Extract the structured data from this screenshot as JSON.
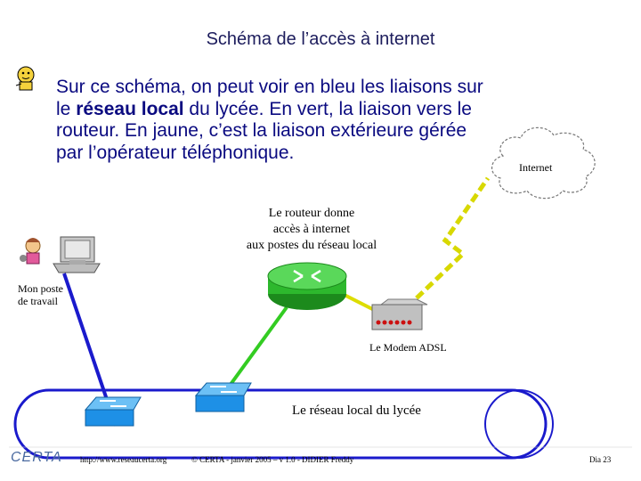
{
  "title": "Schéma de l’accès à internet",
  "bullet": {
    "before": "Sur ce schéma, on peut voir en bleu les liaisons sur le ",
    "bold": "réseau local",
    "after": " du lycée. En vert, la liaison vers le routeur. En jaune, c’est la liaison extérieure gérée par l’opérateur téléphonique."
  },
  "diagram": {
    "router_label_line1": "Le routeur donne",
    "router_label_line2": "accès à internet",
    "router_label_line3": "aux postes du réseau local",
    "workstation_label_line1": "Mon poste",
    "workstation_label_line2": "de travail",
    "modem_label": "Le Modem ADSL",
    "internet_label": "Internet",
    "lan_label": "Le réseau local du lycée",
    "colors": {
      "lan_link": "#1a1acc",
      "router_link": "#33cc22",
      "external_link": "#dddd00",
      "router_body": "#2db82d",
      "switch_body": "#1e90e6"
    }
  },
  "footer": {
    "logo": "CERTA",
    "url": "http://www.reseaucerta.org",
    "copyright": "© CERTA - janvier 2005 – v 1.0 - DIDIER Freddy",
    "slide": "Dia 23"
  }
}
